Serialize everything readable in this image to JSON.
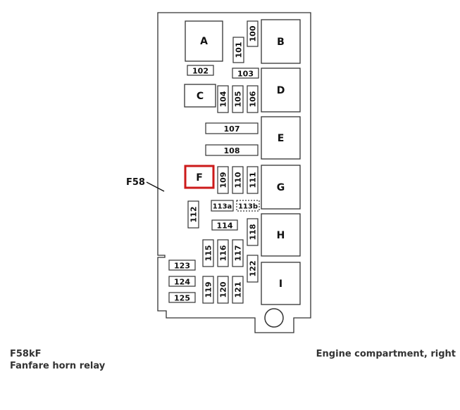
{
  "diagram": {
    "callout_label": "F58",
    "relays": {
      "A": "A",
      "B": "B",
      "C": "C",
      "D": "D",
      "E": "E",
      "F": "F",
      "G": "G",
      "H": "H",
      "I": "I"
    },
    "fuses": {
      "f100": "100",
      "f101": "101",
      "f102": "102",
      "f103": "103",
      "f104": "104",
      "f105": "105",
      "f106": "106",
      "f107": "107",
      "f108": "108",
      "f109": "109",
      "f110": "110",
      "f111": "111",
      "f112": "112",
      "f113a": "113a",
      "f113b": "113b",
      "f114": "114",
      "f115": "115",
      "f116": "116",
      "f117": "117",
      "f118": "118",
      "f119": "119",
      "f120": "120",
      "f121": "121",
      "f122": "122",
      "f123": "123",
      "f124": "124",
      "f125": "125"
    },
    "highlight_color": "#cc1a1a"
  },
  "caption": {
    "code": "F58kF",
    "description": "Fanfare horn relay",
    "location": "Engine compartment, right"
  }
}
